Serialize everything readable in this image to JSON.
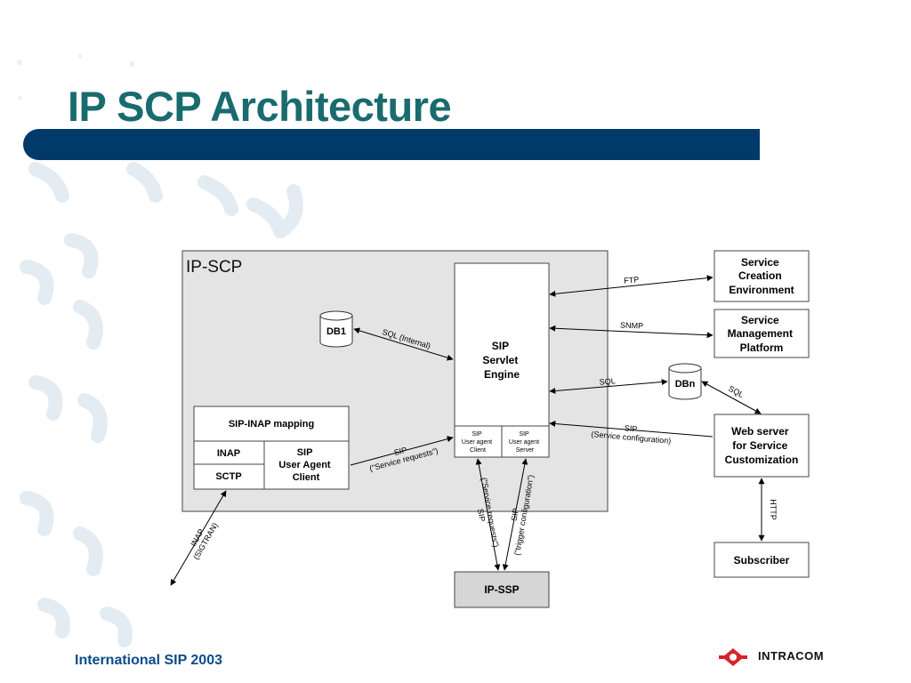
{
  "slide": {
    "title": "IP SCP Architecture",
    "footer": "International SIP 2003",
    "logo_text": "INTRACOM",
    "colors": {
      "title": "#1a6b6e",
      "bar": "#003a6b",
      "footer": "#0b4b8a",
      "logo_red": "#d8232a"
    }
  },
  "diagram": {
    "ipscp_label": "IP-SCP",
    "db1": "DB1",
    "dbn": "DBn",
    "servlet_engine": [
      "SIP",
      "Servlet",
      "Engine"
    ],
    "ua_client": [
      "SIP",
      "User agent",
      "Client"
    ],
    "ua_server": [
      "SIP",
      "User agent",
      "Server"
    ],
    "inap_mapping": "SIP-INAP mapping",
    "inap": "INAP",
    "sctp": "SCTP",
    "sip_ua_client": [
      "SIP",
      "User Agent",
      "Client"
    ],
    "sce": [
      "Service",
      "Creation",
      "Environment"
    ],
    "smp": [
      "Service",
      "Management",
      "Platform"
    ],
    "web_server": [
      "Web server",
      "for Service",
      "Customization"
    ],
    "subscriber": "Subscriber",
    "ipssp": "IP-SSP",
    "lbl_ftp": "FTP",
    "lbl_snmp": "SNMP",
    "lbl_sql": "SQL",
    "lbl_sql_internal": "SQL (Internal)",
    "lbl_sql_dbn": "SQL",
    "lbl_sip_config": [
      "SIP",
      "(Service configuration)"
    ],
    "lbl_sip_requests": [
      "SIP",
      "(\"Service requests\")"
    ],
    "lbl_inap": [
      "INAP",
      "(SIGTRAN)"
    ],
    "lbl_ssp_req": [
      "(\"Service requests\")",
      "SIP"
    ],
    "lbl_ssp_trig": [
      "SIP",
      "(\"trigger configuration\")"
    ],
    "lbl_http": "HTTP"
  }
}
